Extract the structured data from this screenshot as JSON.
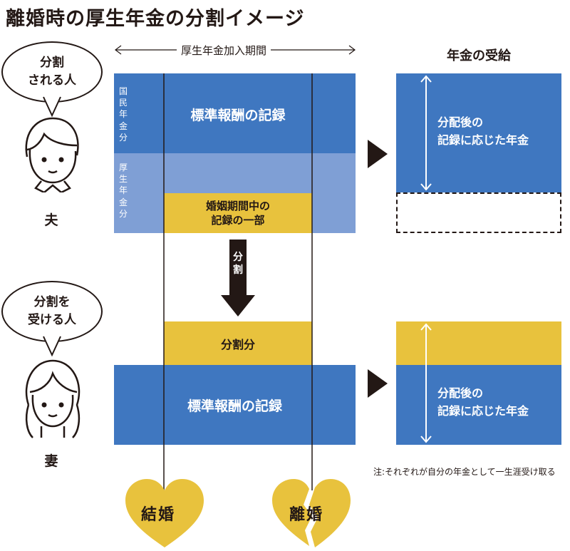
{
  "title": "離婚時の厚生年金の分割イメージ",
  "husband": {
    "bubble": "分割\nされる人",
    "label": "夫"
  },
  "wife": {
    "bubble": "分割を\n受ける人",
    "label": "妻"
  },
  "period_label": "厚生年金加入期間",
  "receive_title": "年金の受給",
  "husband_record": {
    "national_label": "国民年金分",
    "employee_label": "厚生年金分",
    "standard_record": "標準報酬の記録",
    "marriage_part": "婚姻期間中の\n記録の一部"
  },
  "split_arrow_label": "分割",
  "wife_record": {
    "split_part": "分割分",
    "standard_record": "標準報酬の記録"
  },
  "result_husband": "分配後の\n記録に応じた年金",
  "result_wife": "分配後の\n記録に応じた年金",
  "note": "注:それぞれが自分の年金として一生涯受け取る",
  "marriage_heart": "結婚",
  "divorce_heart": "離婚",
  "colors": {
    "blue": "#3f77c0",
    "light_blue": "#7f9fd5",
    "yellow": "#e8c23d",
    "dark": "#231815"
  }
}
